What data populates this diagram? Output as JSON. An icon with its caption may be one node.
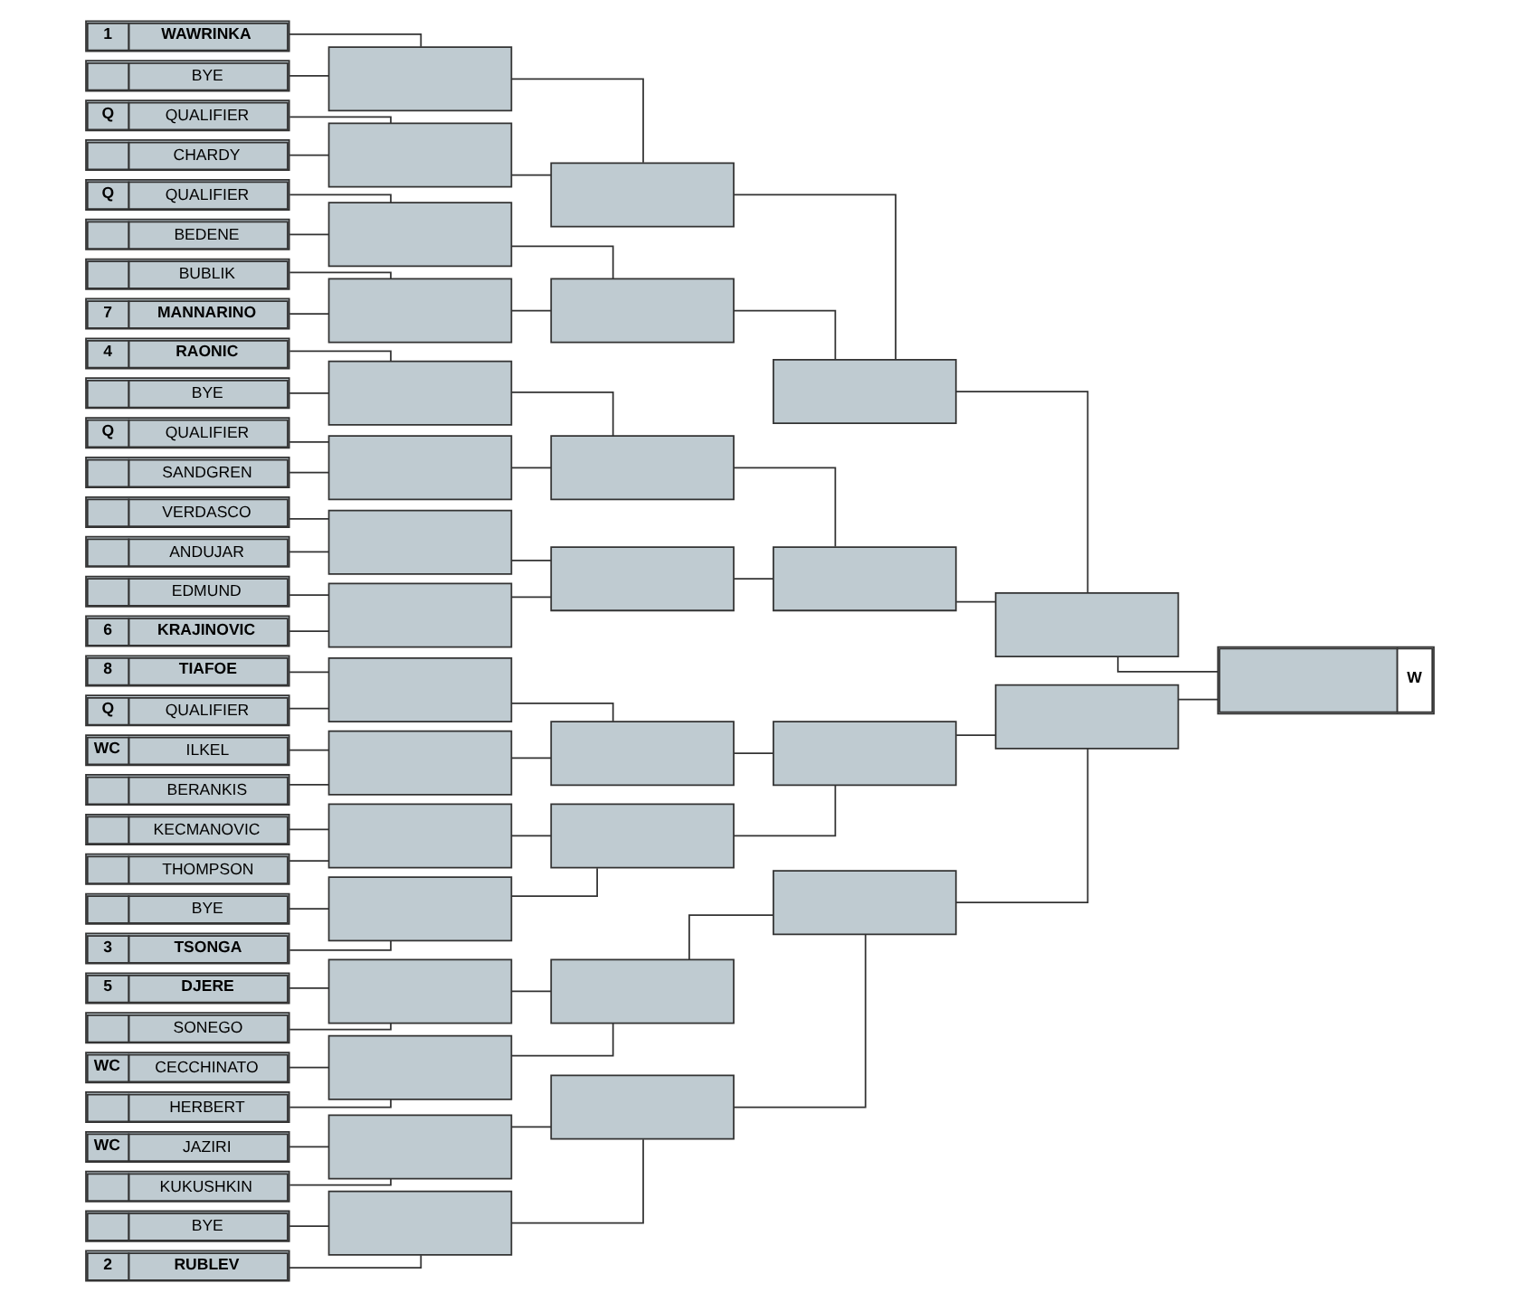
{
  "diagram": {
    "nodes": [
      {
        "text": [
          "1",
          "WAWRINKA"
        ]
      },
      {
        "text": [
          "BYE"
        ]
      },
      {
        "text": [
          "Q",
          "QUALIFIER"
        ]
      },
      {
        "text": [
          "CHARDY"
        ]
      },
      {
        "text": [
          "Q",
          "QUALIFIER"
        ]
      },
      {
        "text": [
          "BEDENE"
        ]
      },
      {
        "text": [
          "BUBLIK"
        ]
      },
      {
        "text": [
          "7",
          "MANNARINO"
        ]
      },
      {
        "text": [
          "4",
          "RAONIC"
        ]
      },
      {
        "text": [
          "BYE"
        ]
      },
      {
        "text": [
          "Q",
          "QUALIFIER"
        ]
      },
      {
        "text": [
          "SANDGREN"
        ]
      },
      {
        "text": [
          "VERDASCO"
        ]
      },
      {
        "text": [
          "ANDUJAR"
        ]
      },
      {
        "text": [
          "EDMUND"
        ]
      },
      {
        "text": [
          "6",
          "KRAJINOVIC"
        ]
      },
      {
        "text": [
          "8",
          "TIAFOE"
        ]
      },
      {
        "text": [
          "Q",
          "QUALIFIER"
        ]
      },
      {
        "text": [
          "WC",
          "ILKEL"
        ]
      },
      {
        "text": [
          "BERANKIS"
        ]
      },
      {
        "text": [
          "KECMANOVIC"
        ]
      },
      {
        "text": [
          "THOMPSON"
        ]
      },
      {
        "text": [
          "BYE"
        ]
      },
      {
        "text": [
          "3",
          "TSONGA"
        ]
      },
      {
        "text": [
          "5",
          "DJERE"
        ]
      },
      {
        "text": [
          "SONEGO"
        ]
      },
      {
        "text": [
          "WC",
          "CECCHINATO"
        ]
      },
      {
        "text": [
          "HERBERT"
        ]
      },
      {
        "text": [
          "WC",
          "JAZIRI"
        ]
      },
      {
        "text": [
          "KUKUSHKIN"
        ]
      },
      {
        "text": [
          "BYE"
        ]
      },
      {
        "text": [
          "2",
          "RUBLEV"
        ]
      },
      {
        "text": [],
        "shape": "box"
      },
      {
        "text": [],
        "shape": "box"
      },
      {
        "text": [],
        "shape": "box"
      },
      {
        "text": [],
        "shape": "box"
      },
      {
        "text": [],
        "shape": "box"
      },
      {
        "text": [],
        "shape": "box"
      },
      {
        "text": [],
        "shape": "box"
      },
      {
        "text": [],
        "shape": "box"
      },
      {
        "text": [],
        "shape": "box"
      },
      {
        "text": [],
        "shape": "box"
      },
      {
        "text": [],
        "shape": "box"
      },
      {
        "text": [],
        "shape": "box"
      },
      {
        "text": [],
        "shape": "box"
      },
      {
        "text": [],
        "shape": "box"
      },
      {
        "text": [],
        "shape": "box"
      },
      {
        "text": [],
        "shape": "box"
      },
      {
        "text": [],
        "shape": "box"
      },
      {
        "text": [],
        "shape": "box"
      },
      {
        "text": [],
        "shape": "box"
      },
      {
        "text": [],
        "shape": "box"
      },
      {
        "text": [],
        "shape": "box"
      },
      {
        "text": [],
        "shape": "box"
      },
      {
        "text": [],
        "shape": "box"
      },
      {
        "text": [],
        "shape": "box"
      },
      {
        "text": [],
        "shape": "box"
      },
      {
        "text": [],
        "shape": "box"
      },
      {
        "text": [],
        "shape": "box"
      },
      {
        "text": [],
        "shape": "box"
      },
      {
        "text": [],
        "shape": "box"
      },
      {
        "text": [],
        "shape": "box"
      },
      {
        "text": [
          "W"
        ]
      }
    ],
    "edges": [
      {
        "from": 0,
        "to": 32,
        "arrow": "none"
      },
      {
        "from": 1,
        "to": 32,
        "arrow": "none"
      },
      {
        "from": 2,
        "to": 33,
        "arrow": "none"
      },
      {
        "from": 3,
        "to": 33,
        "arrow": "none"
      },
      {
        "from": 4,
        "to": 34,
        "arrow": "none"
      },
      {
        "from": 5,
        "to": 34,
        "arrow": "none"
      },
      {
        "from": 6,
        "to": 35,
        "arrow": "none"
      },
      {
        "from": 7,
        "to": 35,
        "arrow": "none"
      },
      {
        "from": 8,
        "to": 36,
        "arrow": "none"
      },
      {
        "from": 9,
        "to": 36,
        "arrow": "none"
      },
      {
        "from": 10,
        "to": 37,
        "arrow": "none"
      },
      {
        "from": 11,
        "to": 37,
        "arrow": "none"
      },
      {
        "from": 12,
        "to": 38,
        "arrow": "none"
      },
      {
        "from": 13,
        "to": 38,
        "arrow": "none"
      },
      {
        "from": 14,
        "to": 39,
        "arrow": "none"
      },
      {
        "from": 15,
        "to": 39,
        "arrow": "none"
      },
      {
        "from": 16,
        "to": 40,
        "arrow": "none"
      },
      {
        "from": 17,
        "to": 40,
        "arrow": "none"
      },
      {
        "from": 18,
        "to": 41,
        "arrow": "none"
      },
      {
        "from": 19,
        "to": 41,
        "arrow": "none"
      },
      {
        "from": 20,
        "to": 42,
        "arrow": "none"
      },
      {
        "from": 21,
        "to": 42,
        "arrow": "none"
      },
      {
        "from": 22,
        "to": 43,
        "arrow": "none"
      },
      {
        "from": 23,
        "to": 43,
        "arrow": "none"
      },
      {
        "from": 24,
        "to": 44,
        "arrow": "none"
      },
      {
        "from": 25,
        "to": 44,
        "arrow": "none"
      },
      {
        "from": 26,
        "to": 45,
        "arrow": "none"
      },
      {
        "from": 27,
        "to": 45,
        "arrow": "none"
      },
      {
        "from": 28,
        "to": 46,
        "arrow": "none"
      },
      {
        "from": 29,
        "to": 46,
        "arrow": "none"
      },
      {
        "from": 30,
        "to": 47,
        "arrow": "none"
      },
      {
        "from": 31,
        "to": 47,
        "arrow": "none"
      },
      {
        "from": 32,
        "to": 48,
        "arrow": "none"
      },
      {
        "from": 33,
        "to": 48,
        "arrow": "none"
      },
      {
        "from": 34,
        "to": 49,
        "arrow": "none"
      },
      {
        "from": 35,
        "to": 49,
        "arrow": "none"
      },
      {
        "from": 36,
        "to": 50,
        "arrow": "none"
      },
      {
        "from": 37,
        "to": 50,
        "arrow": "none"
      },
      {
        "from": 38,
        "to": 51,
        "arrow": "none"
      },
      {
        "from": 39,
        "to": 51,
        "arrow": "none"
      },
      {
        "from": 40,
        "to": 52,
        "arrow": "none"
      },
      {
        "from": 41,
        "to": 52,
        "arrow": "none"
      },
      {
        "from": 42,
        "to": 53,
        "arrow": "none"
      },
      {
        "from": 43,
        "to": 53,
        "arrow": "none"
      },
      {
        "from": 44,
        "to": 54,
        "arrow": "none"
      },
      {
        "from": 45,
        "to": 54,
        "arrow": "none"
      },
      {
        "from": 46,
        "to": 55,
        "arrow": "none"
      },
      {
        "from": 47,
        "to": 55,
        "arrow": "none"
      },
      {
        "from": 48,
        "to": 56,
        "arrow": "none"
      },
      {
        "from": 49,
        "to": 56,
        "arrow": "none"
      },
      {
        "from": 50,
        "to": 57,
        "arrow": "none"
      },
      {
        "from": 51,
        "to": 57,
        "arrow": "none"
      },
      {
        "from": 52,
        "to": 58,
        "arrow": "none"
      },
      {
        "from": 53,
        "to": 58,
        "arrow": "none"
      },
      {
        "from": 54,
        "to": 59,
        "arrow": "none"
      },
      {
        "from": 55,
        "to": 59,
        "arrow": "none"
      },
      {
        "from": 56,
        "to": 60,
        "arrow": "none"
      },
      {
        "from": 57,
        "to": 60,
        "arrow": "none"
      },
      {
        "from": 58,
        "to": 61,
        "arrow": "none"
      },
      {
        "from": 59,
        "to": 61,
        "arrow": "none"
      },
      {
        "from": 60,
        "to": 62,
        "arrow": "none"
      },
      {
        "from": 61,
        "to": 62,
        "arrow": "none"
      }
    ]
  }
}
